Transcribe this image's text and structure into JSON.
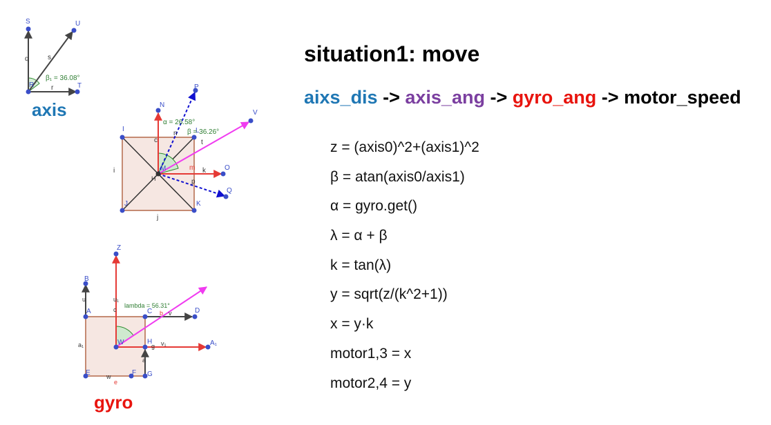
{
  "diagrams": {
    "axis": {
      "title": "axis",
      "labels": {
        "S": "S",
        "U": "U",
        "R": "R",
        "T": "T",
        "q": "q",
        "s": "s",
        "r": "r",
        "angle": "β₁ = 36.08°"
      }
    },
    "middle": {
      "labels": {
        "N": "N",
        "P": "P",
        "V": "V",
        "I": "I",
        "L": "L",
        "J": "J",
        "K": "K",
        "O": "O",
        "Q": "Q",
        "M": "M",
        "H": "H",
        "i": "i",
        "j": "j",
        "c": "c",
        "n": "n",
        "t": "t",
        "m": "m",
        "k": "k",
        "p": "p",
        "alpha": "α = 26.58°",
        "beta": "β = 36.26°"
      }
    },
    "gyro": {
      "title": "gyro",
      "labels": {
        "Z": "Z",
        "B": "B",
        "A": "A",
        "C": "C",
        "D": "D",
        "W": "W",
        "H": "H",
        "A1": "A₁",
        "E": "E",
        "F": "F",
        "G": "G",
        "u": "u",
        "u1": "u₁",
        "c": "c",
        "b": "b",
        "v": "v",
        "v1": "v₁",
        "g": "g",
        "a": "a",
        "a1": "a₁",
        "w": "w",
        "e": "e",
        "lambda": "lambda = 56.31°"
      }
    }
  },
  "heading": "situation1: move",
  "pipeline": {
    "items": [
      {
        "text": "aixs_dis",
        "color": "#1f77b4"
      },
      {
        "text": "axis_ang",
        "color": "#7b3fa0"
      },
      {
        "text": "gyro_ang",
        "color": "#e8140e"
      },
      {
        "text": "motor_speed",
        "color": "#000000"
      }
    ],
    "separator": "->"
  },
  "equations": [
    "z = (axis0)^2+(axis1)^2",
    "β = atan(axis0/axis1)",
    "α = gyro.get()",
    "λ = α + β",
    "k = tan(λ)",
    "y = sqrt(z/(k^2+1))",
    "x = y·k",
    "motor1,3 = x",
    "motor2,4 = y"
  ]
}
